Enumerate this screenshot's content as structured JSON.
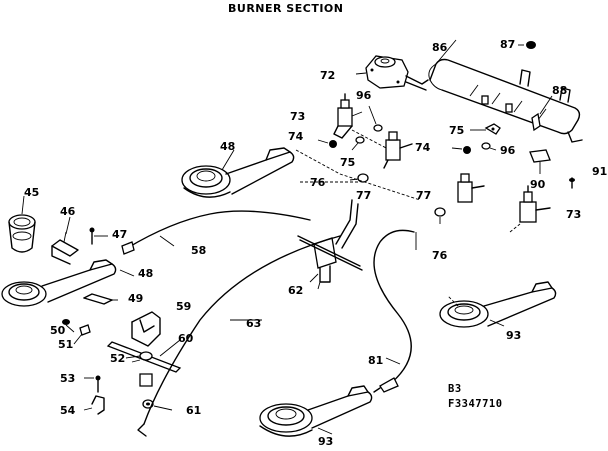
{
  "title": "BURNER SECTION",
  "footer": {
    "line1": "B3",
    "line2": "F3347710"
  },
  "labels": [
    {
      "id": "p45",
      "text": "45"
    },
    {
      "id": "p46",
      "text": "46"
    },
    {
      "id": "p47",
      "text": "47"
    },
    {
      "id": "p48a",
      "text": "48"
    },
    {
      "id": "p48b",
      "text": "48"
    },
    {
      "id": "p49",
      "text": "49"
    },
    {
      "id": "p50",
      "text": "50"
    },
    {
      "id": "p51",
      "text": "51"
    },
    {
      "id": "p52",
      "text": "52"
    },
    {
      "id": "p53",
      "text": "53"
    },
    {
      "id": "p54",
      "text": "54"
    },
    {
      "id": "p58",
      "text": "58"
    },
    {
      "id": "p59",
      "text": "59"
    },
    {
      "id": "p60",
      "text": "60"
    },
    {
      "id": "p61",
      "text": "61"
    },
    {
      "id": "p62",
      "text": "62"
    },
    {
      "id": "p63",
      "text": "63"
    },
    {
      "id": "p72",
      "text": "72"
    },
    {
      "id": "p73a",
      "text": "73"
    },
    {
      "id": "p73b",
      "text": "73"
    },
    {
      "id": "p74a",
      "text": "74"
    },
    {
      "id": "p74b",
      "text": "74"
    },
    {
      "id": "p75a",
      "text": "75"
    },
    {
      "id": "p75b",
      "text": "75"
    },
    {
      "id": "p76a",
      "text": "76"
    },
    {
      "id": "p76b",
      "text": "76"
    },
    {
      "id": "p77a",
      "text": "77"
    },
    {
      "id": "p77b",
      "text": "77"
    },
    {
      "id": "p81",
      "text": "81"
    },
    {
      "id": "p86",
      "text": "86"
    },
    {
      "id": "p87",
      "text": "87"
    },
    {
      "id": "p88",
      "text": "88"
    },
    {
      "id": "p90",
      "text": "90"
    },
    {
      "id": "p91",
      "text": "91"
    },
    {
      "id": "p93a",
      "text": "93"
    },
    {
      "id": "p93b",
      "text": "93"
    },
    {
      "id": "p96a",
      "text": "96"
    },
    {
      "id": "p96b",
      "text": "96"
    }
  ]
}
